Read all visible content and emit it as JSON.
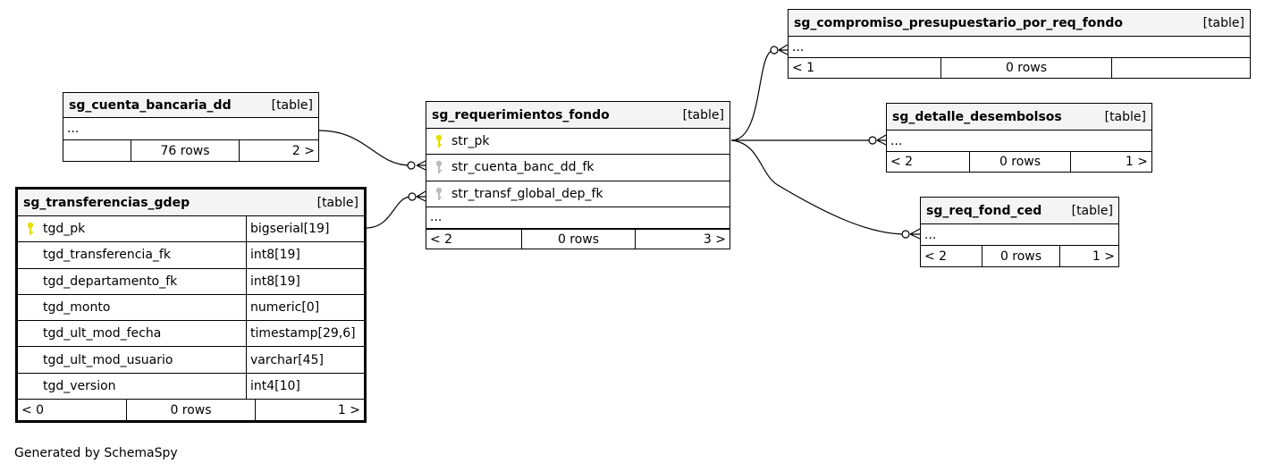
{
  "credit": "Generated by SchemaSpy",
  "tables": {
    "cuenta": {
      "name": "sg_cuenta_bancaria_dd",
      "kind": "[table]",
      "ellipsis": "...",
      "footer": [
        "",
        "76 rows",
        "2 >"
      ]
    },
    "transferencias": {
      "name": "sg_transferencias_gdep",
      "kind": "[table]",
      "columns": [
        {
          "name": "tgd_pk",
          "type": "bigserial[19]",
          "key": "primary"
        },
        {
          "name": "tgd_transferencia_fk",
          "type": "int8[19]",
          "key": "none"
        },
        {
          "name": "tgd_departamento_fk",
          "type": "int8[19]",
          "key": "none"
        },
        {
          "name": "tgd_monto",
          "type": "numeric[0]",
          "key": "none"
        },
        {
          "name": "tgd_ult_mod_fecha",
          "type": "timestamp[29,6]",
          "key": "none"
        },
        {
          "name": "tgd_ult_mod_usuario",
          "type": "varchar[45]",
          "key": "none"
        },
        {
          "name": "tgd_version",
          "type": "int4[10]",
          "key": "none"
        }
      ],
      "footer": [
        "< 0",
        "0 rows",
        "1 >"
      ]
    },
    "requerimientos": {
      "name": "sg_requerimientos_fondo",
      "kind": "[table]",
      "columns": [
        {
          "name": "str_pk",
          "key": "primary"
        },
        {
          "name": "str_cuenta_banc_dd_fk",
          "key": "foreign"
        },
        {
          "name": "str_transf_global_dep_fk",
          "key": "foreign"
        }
      ],
      "ellipsis": "...",
      "footer": [
        "< 2",
        "0 rows",
        "3 >"
      ]
    },
    "compromiso": {
      "name": "sg_compromiso_presupuestario_por_req_fondo",
      "kind": "[table]",
      "ellipsis": "...",
      "footer": [
        "< 1",
        "0 rows",
        ""
      ]
    },
    "desembolsos": {
      "name": "sg_detalle_desembolsos",
      "kind": "[table]",
      "ellipsis": "...",
      "footer": [
        "< 2",
        "0 rows",
        "1 >"
      ]
    },
    "ced": {
      "name": "sg_req_fond_ced",
      "kind": "[table]",
      "ellipsis": "...",
      "footer": [
        "< 2",
        "0 rows",
        "1 >"
      ]
    }
  },
  "colors": {
    "header_bg": "#f4f4f4",
    "primary_key": "#e6dd00",
    "foreign_key": "#bbbbbb",
    "line": "#000000"
  },
  "icons": {
    "primary_key": "key-icon",
    "foreign_key": "key-icon"
  }
}
